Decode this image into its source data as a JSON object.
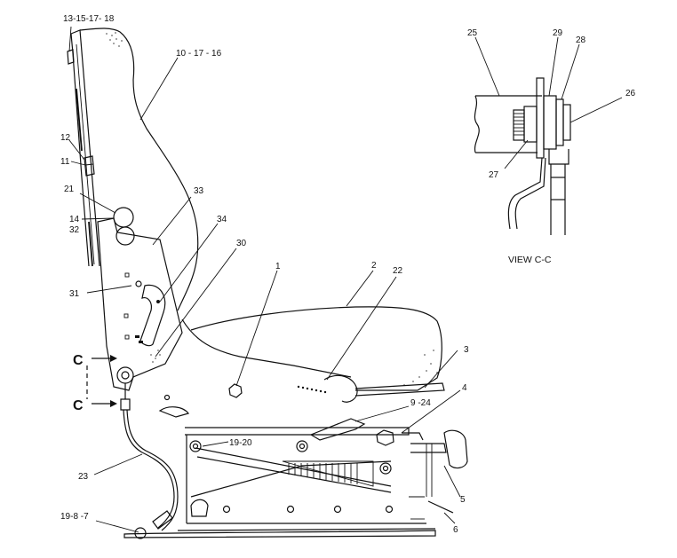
{
  "callouts": {
    "c13_15_17_18": "13-15-17- 18",
    "c10_17_16": "10 - 17 - 16",
    "c12": "12",
    "c11": "11",
    "c21": "21",
    "c14": "14",
    "c32": "32",
    "c33": "33",
    "c34": "34",
    "c30": "30",
    "c31": "31",
    "c1": "1",
    "c2": "2",
    "c22": "22",
    "c3": "3",
    "c4": "4",
    "c9_24": "9 -24",
    "c19_20": "19-20",
    "c23": "23",
    "c5": "5",
    "c6": "6",
    "c19_8_7": "19-8 -7",
    "c25": "25",
    "c29": "29",
    "c28": "28",
    "c26": "26",
    "c27": "27"
  },
  "section_markers": {
    "top": "C",
    "bottom": "C"
  },
  "view_label": "VIEW  C-C"
}
